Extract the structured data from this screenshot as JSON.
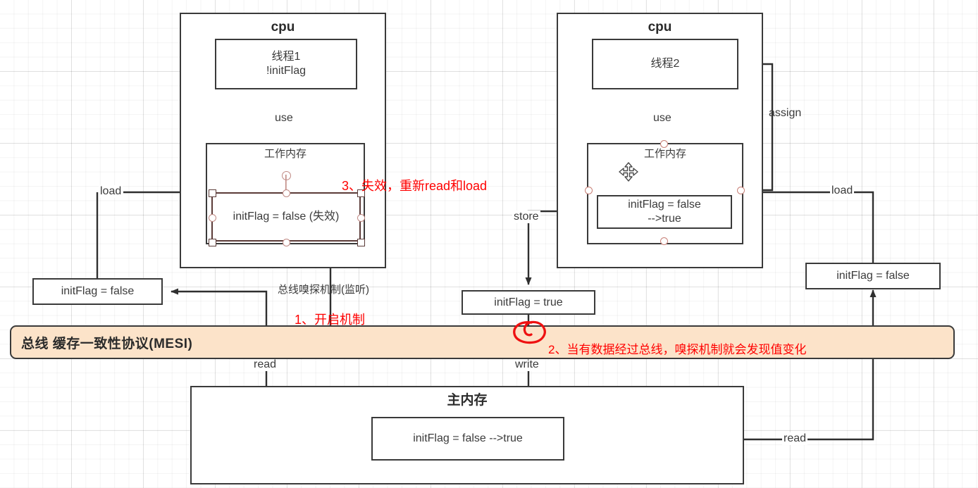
{
  "diagram": {
    "title": "JMM volatile / MESI cache coherence diagram",
    "cpu_left": {
      "label": "cpu",
      "thread": {
        "line1": "线程1",
        "line2": "!initFlag"
      },
      "use_label": "use",
      "working_memory": {
        "label": "工作内存",
        "value": "initFlag = false (失效)"
      }
    },
    "cpu_right": {
      "label": "cpu",
      "thread": {
        "line1": "线程2"
      },
      "use_label": "use",
      "assign_label": "assign",
      "working_memory": {
        "label": "工作内存",
        "value_line1": "initFlag = false",
        "value_line2": "-->true"
      }
    },
    "left_outer_value": "initFlag = false",
    "right_outer_value": "initFlag = false",
    "store_box_value": "initFlag = true",
    "edges": {
      "load_left": "load",
      "load_right": "load",
      "store": "store",
      "read_left": "read",
      "read_right": "read",
      "write": "write"
    },
    "snoop_label": "总线嗅探机制(监听)",
    "bus": {
      "title": "总线  缓存一致性协议(MESI)",
      "fill": "#fce3c9",
      "border": "#3a3a3a"
    },
    "main_memory": {
      "label": "主内存",
      "value": "initFlag = false -->true"
    },
    "annotations": {
      "one": "1、开启机制",
      "two": "2、当有数据经过总线，嗅探机制就会发现值变化",
      "three": "3、失效，重新read和load"
    },
    "colors": {
      "red": "#ff0000",
      "stroke": "#3a3a3a",
      "text": "#3b3b3b",
      "handle": "#c87f76"
    },
    "cursor_icon": "move-cursor-icon"
  }
}
